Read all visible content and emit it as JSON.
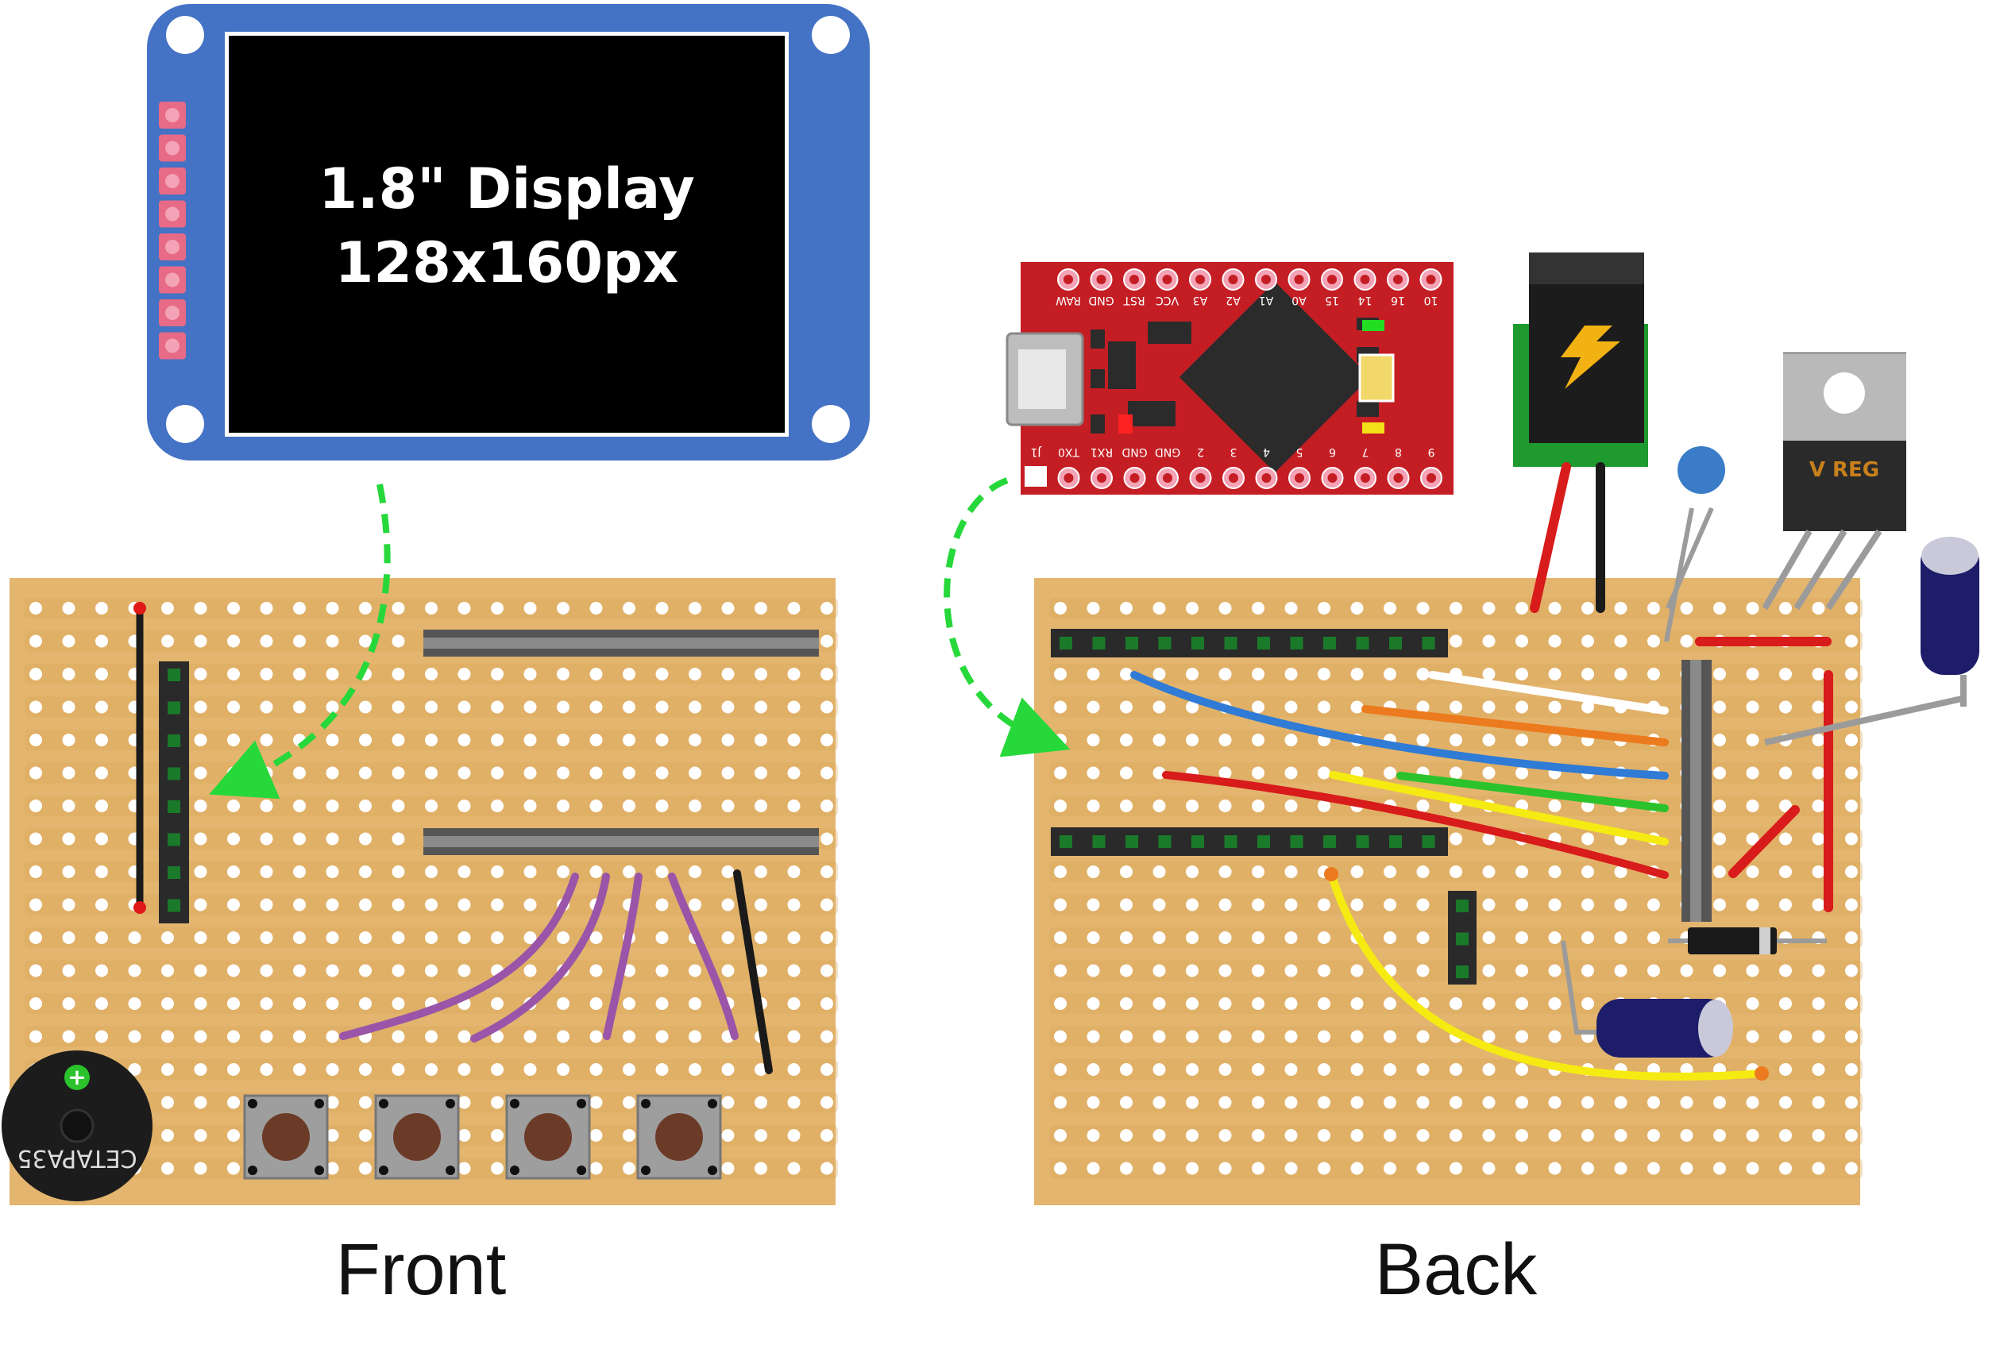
{
  "display": {
    "title_line1": "1.8\" Display",
    "title_line2": "128x160px",
    "color_frame": "#4472C4"
  },
  "captions": {
    "front": "Front",
    "back": "Back"
  },
  "pro_micro": {
    "color_board": "#C41E24",
    "top_pins": [
      "RAW",
      "GND",
      "RST",
      "VCC",
      "A3",
      "A2",
      "A1",
      "A0",
      "15",
      "14",
      "16",
      "10"
    ],
    "bottom_pins": [
      "J1",
      "TX0",
      "RX1",
      "GND",
      "GND",
      "2",
      "3",
      "4",
      "5",
      "6",
      "7",
      "8",
      "9"
    ]
  },
  "regulator": {
    "label": "V REG"
  },
  "buzzer": {
    "label": "CETAPA35",
    "plus": "+"
  },
  "colors": {
    "stripboard": "#E3B56E",
    "hole": "#ffffff",
    "arrow": "#27D83A",
    "wire_purple": "#9A55A8",
    "wire_black": "#1a1a1a",
    "wire_red": "#D81B1B",
    "wire_blue": "#2F7BD6",
    "wire_white": "#ffffff",
    "wire_orange": "#EC7A1E",
    "wire_green": "#2BC22B",
    "wire_yellow": "#F5EB12"
  }
}
